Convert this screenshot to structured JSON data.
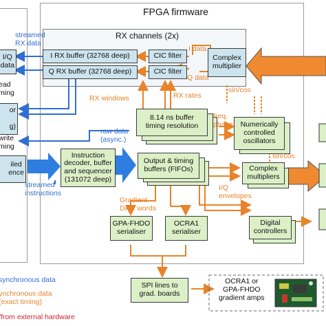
{
  "diagram": {
    "title": "FPGA firmware",
    "rx_title": "RX channels (2x)",
    "boxes": {
      "iq_left": "I/Q\ndata",
      "left_mid": "or\n\ng)",
      "left_low": "iled\nence",
      "i_rx_buffer": "I RX buffer (32768 deep)",
      "q_rx_buffer": "Q RX buffer (32768 deep)",
      "cic_top": "CIC filter",
      "cic_bottom": "CIC filter",
      "complex_mult_top": "Complex\nmultiplier",
      "timing_buffer": "8.14 ns buffer\ntiming resolution",
      "nco": "Numerically\ncontrolled\noscillators",
      "instruction": "Instruction\ndecoder, buffer\nand sequencer\n(131072 deep)",
      "output_timing": "Output & timing\nbuffers (FIFOs)",
      "complex_mult_bottom": "Complex\nmultipliers",
      "gpa_serialiser": "GPA-FHDO\nserialiser",
      "ocra_serialiser": "OCRA1\nserialiser",
      "digital_controllers": "Digital\ncontrollers",
      "spi_lines": "SPI lines to\ngrad. boards"
    },
    "labels": {
      "streamed_rx": "streamed\nRX data",
      "ead": "ead\nming",
      "write": "write\nming",
      "streamed_instr": "streamed\ninstructions",
      "raw_data": "raw data\n(async.)",
      "rx_windows": "RX windows",
      "rx_rates": "RX rates",
      "i_data": "I data",
      "q_data": "Q data",
      "sin_cos_top": "sin/cos",
      "freq_phase": "freq,\nphase",
      "sin_cos_right": "sin/cos",
      "gradient_dac": "Gradient\nDAC words",
      "iq_envelopes": "I/Q\nenvelopes",
      "external_target": "OCRA1 or\nGPA-FHDO\ngradient amps"
    },
    "legend": [
      {
        "text": "synchronous data",
        "color": "#2f6fd0"
      },
      {
        "text": "ynchronous data\n(exact timing)",
        "color": "#e8832a"
      },
      {
        "text": "/from external hardware",
        "color": "#d11f2a"
      }
    ]
  }
}
